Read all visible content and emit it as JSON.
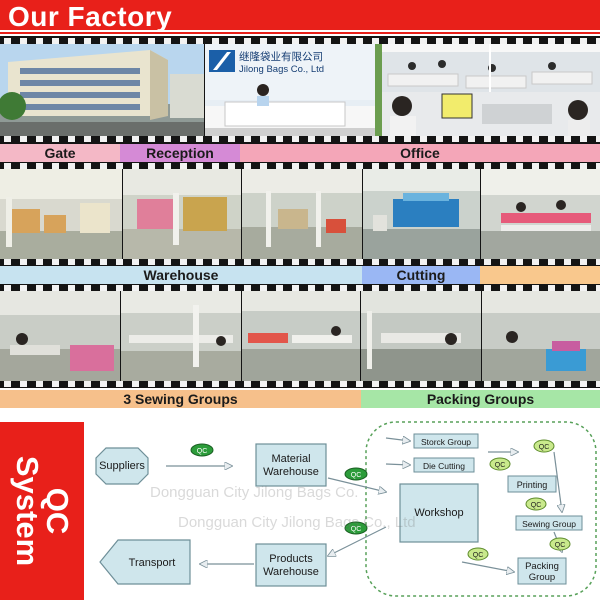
{
  "banner": {
    "title": "Our Factory"
  },
  "sign": {
    "chinese": "继隆袋业有限公司",
    "english": "Jilong Bags Co., Ltd"
  },
  "row1_labels": {
    "gate": "Gate",
    "reception": "Reception",
    "office": "Office"
  },
  "row2_labels": {
    "warehouse": "Warehouse",
    "cutting": "Cutting"
  },
  "row3_labels": {
    "sewing": "3 Sewing Groups",
    "packing": "Packing Groups"
  },
  "qc": {
    "side_title_line1": "QC",
    "side_title_line2": "System",
    "badge": "QC",
    "nodes": {
      "suppliers": "Suppliers",
      "material_warehouse_1": "Material",
      "material_warehouse_2": "Warehouse",
      "workshop": "Workshop",
      "products_warehouse_1": "Products",
      "products_warehouse_2": "Warehouse",
      "transport": "Transport",
      "storck_group": "Storck Group",
      "die_cutting": "Die Cutting",
      "printing": "Printing",
      "sewing_group": "Sewing Group",
      "packing_group_1": "Packing",
      "packing_group_2": "Group"
    },
    "watermark_1": "Dongguan City Jilong Bags Co.",
    "watermark_2": "Dongguan City Jilong Bags Co., Ltd"
  },
  "colors": {
    "brand_red": "#e8201a",
    "node_fill": "#cfe6ec",
    "node_stroke": "#6e8f98",
    "qc_badge": "#2c9c3a",
    "dashed_group": "#58a15a"
  }
}
